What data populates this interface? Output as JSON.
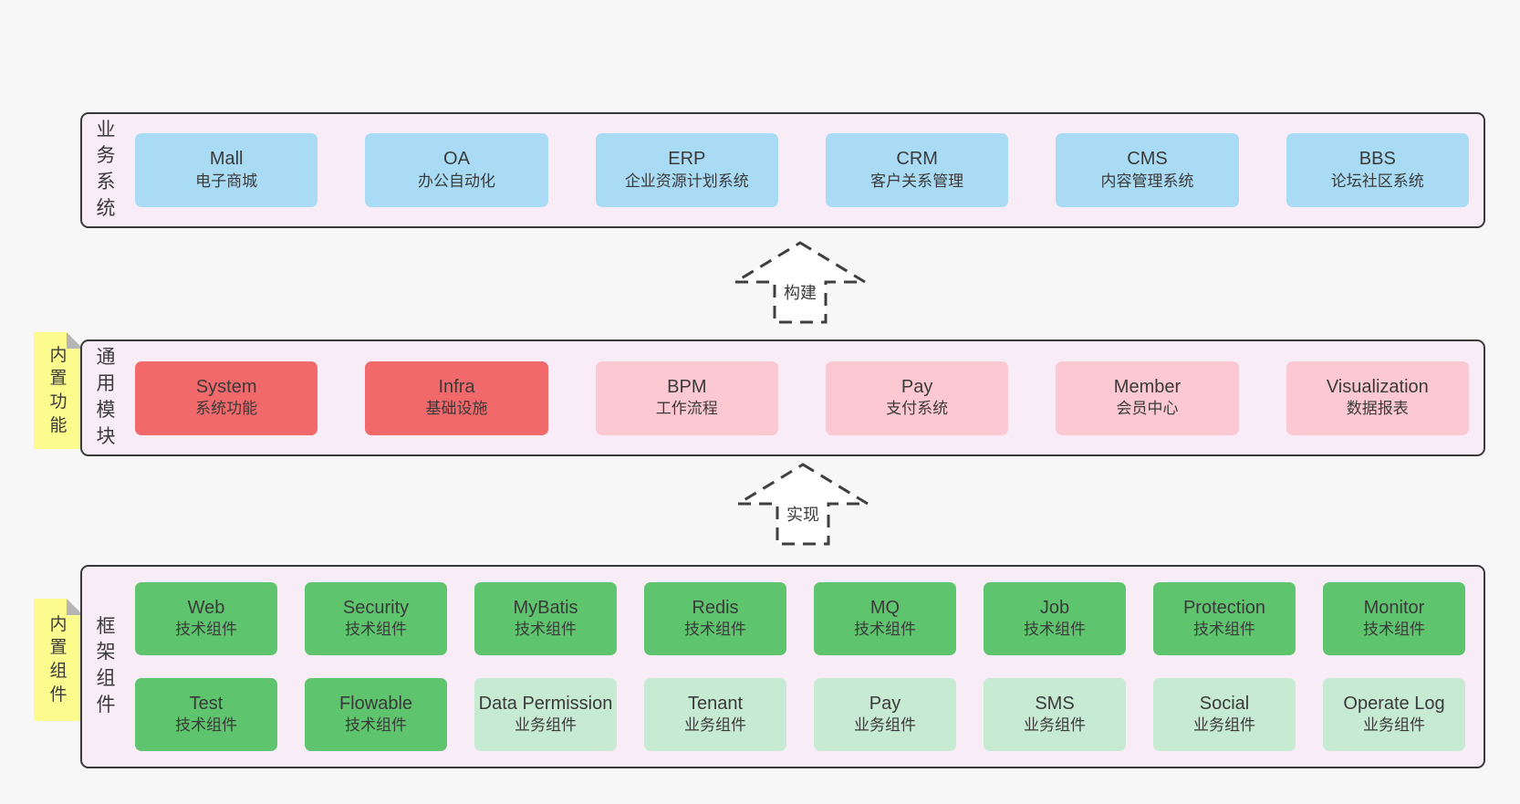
{
  "palette": {
    "page-bg": "#f7f7f7",
    "container-bg": "#f8edf7",
    "container-border": "#3a3a3a",
    "box-blue": "#a9dbf5",
    "box-red": "#f2696c",
    "box-pink": "#fcc8d2",
    "box-green": "#5fc46e",
    "box-lightgreen": "#c7ebd2",
    "note-bg": "#fbfb8e",
    "note-fold": "#b5b5b5",
    "arrow-stroke": "#3f3f3f",
    "text": "#3a3a3a"
  },
  "business": {
    "label": "业务系统",
    "boxes": [
      {
        "title": "Mall",
        "subtitle": "电子商城"
      },
      {
        "title": "OA",
        "subtitle": "办公自动化"
      },
      {
        "title": "ERP",
        "subtitle": "企业资源计划系统"
      },
      {
        "title": "CRM",
        "subtitle": "客户关系管理"
      },
      {
        "title": "CMS",
        "subtitle": "内容管理系统"
      },
      {
        "title": "BBS",
        "subtitle": "论坛社区系统"
      }
    ]
  },
  "arrow_build": {
    "label": "构建"
  },
  "modules": {
    "label": "通用模块",
    "note": "内置功能",
    "boxes": [
      {
        "title": "System",
        "subtitle": "系统功能"
      },
      {
        "title": "Infra",
        "subtitle": "基础设施"
      },
      {
        "title": "BPM",
        "subtitle": "工作流程"
      },
      {
        "title": "Pay",
        "subtitle": "支付系统"
      },
      {
        "title": "Member",
        "subtitle": "会员中心"
      },
      {
        "title": "Visualization",
        "subtitle": "数据报表"
      }
    ]
  },
  "arrow_implement": {
    "label": "实现"
  },
  "components": {
    "label": "框架组件",
    "note": "内置组件",
    "row1": [
      {
        "title": "Web",
        "subtitle": "技术组件"
      },
      {
        "title": "Security",
        "subtitle": "技术组件"
      },
      {
        "title": "MyBatis",
        "subtitle": "技术组件"
      },
      {
        "title": "Redis",
        "subtitle": "技术组件"
      },
      {
        "title": "MQ",
        "subtitle": "技术组件"
      },
      {
        "title": "Job",
        "subtitle": "技术组件"
      },
      {
        "title": "Protection",
        "subtitle": "技术组件"
      },
      {
        "title": "Monitor",
        "subtitle": "技术组件"
      }
    ],
    "row2": [
      {
        "title": "Test",
        "subtitle": "技术组件"
      },
      {
        "title": "Flowable",
        "subtitle": "技术组件"
      },
      {
        "title": "Data Permission",
        "subtitle": "业务组件"
      },
      {
        "title": "Tenant",
        "subtitle": "业务组件"
      },
      {
        "title": "Pay",
        "subtitle": "业务组件"
      },
      {
        "title": "SMS",
        "subtitle": "业务组件"
      },
      {
        "title": "Social",
        "subtitle": "业务组件"
      },
      {
        "title": "Operate Log",
        "subtitle": "业务组件"
      }
    ]
  }
}
